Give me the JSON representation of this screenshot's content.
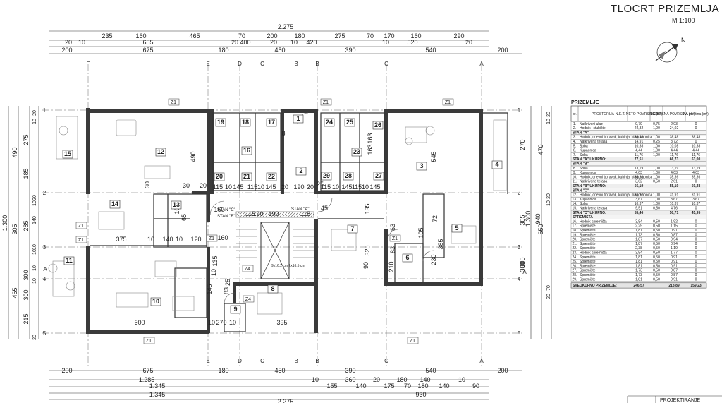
{
  "sheet": {
    "title": "TLOCRT PRIZEMLJA",
    "scale": "M 1:100",
    "north_label": "N",
    "footer_note": "PROJEKTIRANJE"
  },
  "dimensions": {
    "top_total": "2.275",
    "top_row1": [
      "235",
      "160",
      "465",
      "70",
      "200",
      "180",
      "275",
      "70",
      "170",
      "160",
      "290"
    ],
    "top_row2": [
      "20",
      "10",
      "655",
      "20",
      "400",
      "20",
      "10",
      "420",
      "10",
      "520",
      "20"
    ],
    "top_row3": [
      "200",
      "675",
      "180",
      "450",
      "390",
      "540",
      "200"
    ],
    "bottom_row1": [
      "200",
      "675",
      "180",
      "450",
      "390",
      "540",
      "200"
    ],
    "bottom_row2": [
      "1.285",
      "10",
      "360",
      "20",
      "180",
      "140",
      "10"
    ],
    "bottom_row3": [
      "1.345",
      "155",
      "140",
      "175",
      "70",
      "180",
      "140",
      "90"
    ],
    "bottom_row4": [
      "1.345",
      "930"
    ],
    "bottom_total": "2.275",
    "left_total": "1.300",
    "left_col1": [
      "490",
      "305",
      "465"
    ],
    "left_col2": [
      "275",
      "185",
      "285",
      "300",
      "300",
      "215"
    ],
    "left_col3": [
      "20",
      "10",
      "20",
      "10",
      "140",
      "10",
      "10",
      "10",
      "10",
      "20"
    ],
    "right_total": "1.300",
    "right_col1": [
      "940"
    ],
    "right_col2": [
      "470",
      "650"
    ],
    "right_col3": [
      "270",
      "305",
      "300",
      "305"
    ],
    "right_col4": [
      "20",
      "10",
      "20",
      "10",
      "70",
      "20"
    ],
    "interior": [
      "115",
      "10",
      "145",
      "115",
      "10",
      "145",
      "20",
      "190",
      "20",
      "115",
      "10",
      "145",
      "115",
      "10",
      "145",
      "190",
      "115",
      "115",
      "375",
      "10",
      "140",
      "10",
      "120",
      "600",
      "10",
      "270",
      "10",
      "395",
      "160",
      "135",
      "83",
      "105",
      "65",
      "63",
      "72",
      "83",
      "105",
      "210",
      "230",
      "385",
      "325",
      "545",
      "490",
      "135",
      "145",
      "10",
      "25",
      "20",
      "30",
      "30",
      "90",
      "45",
      "8",
      "163",
      "163",
      "190",
      "160",
      "25"
    ]
  },
  "axes": {
    "columns": [
      "F",
      "E",
      "D",
      "C",
      "B",
      "C",
      "B",
      "A"
    ],
    "rows": [
      "1",
      "2",
      "3",
      "4",
      "5"
    ],
    "section_marks": [
      "A",
      "A"
    ]
  },
  "rooms": [
    "1",
    "2",
    "3",
    "4",
    "5",
    "6",
    "7",
    "8",
    "9",
    "10",
    "11",
    "12",
    "13",
    "14",
    "15",
    "16",
    "17",
    "18",
    "19",
    "20",
    "21",
    "22",
    "23",
    "24",
    "25",
    "26",
    "27",
    "28",
    "29"
  ],
  "zone_tags": [
    "Z1",
    "Z1",
    "Z1",
    "Z1",
    "Z1",
    "Z1",
    "Z1",
    "Z1",
    "Z4",
    "Z4",
    "Z1"
  ],
  "apartment_labels": [
    "STAN \"C\"",
    "STAN \"B\"",
    "STAN \"A\""
  ],
  "stair_label": "9x16,2 cm\n?x16,5 cm",
  "table": {
    "title": "PRIZEMLJE",
    "columns": [
      "br.",
      "PROSTORIJA",
      "N.E.T. NETO POVRŠINA (m²)",
      "KOEF.",
      "KORISNA POVRŠINA (m²)",
      "AA ploština (m²)"
    ],
    "sections": [
      {
        "rows": [
          [
            "1.",
            "Natkriveni ulaz",
            "0,79",
            "0,75",
            "2,03",
            "0"
          ],
          [
            "2.",
            "Hodnik i stubište",
            "24,32",
            "1,00",
            "24,02",
            "0"
          ]
        ]
      },
      {
        "header": "STAN \"A\"",
        "rows": [
          [
            "3.",
            "Hodnik, dnevni boravak, kuhinja, blagovaonica",
            "38,48",
            "1,00",
            "38,48",
            "38,48"
          ],
          [
            "4.",
            "Natkrivena terasa",
            "14,91",
            "0,25",
            "3,72",
            "0"
          ],
          [
            "5.",
            "Soba",
            "10,38",
            "1,00",
            "10,08",
            "10,38"
          ],
          [
            "6.",
            "Kupaonica",
            "4,44",
            "1,00",
            "4,44",
            "4,44"
          ],
          [
            "7.",
            "Soba",
            "11,76",
            "1,00",
            "11,76",
            "11,76"
          ]
        ],
        "total": [
          "STAN \"A\" UKUPNO:",
          "77,51",
          "",
          "66,73",
          "63,00"
        ]
      },
      {
        "header": "STAN \"B\"",
        "rows": [
          [
            "8.",
            "Soba",
            "13,19",
            "1,00",
            "13,19",
            "13,19"
          ],
          [
            "9.",
            "Kupaonica",
            "4,03",
            "1,00",
            "4,03",
            "4,03"
          ],
          [
            "10.",
            "Hodnik, dnevni boravak, kuhinja, blagovaonica",
            "35,36",
            "1,00",
            "35,36",
            "35,36"
          ],
          [
            "11.",
            "Natkrivena terasa",
            "3,62",
            "0,50",
            "2,61",
            "0"
          ]
        ],
        "total": [
          "STAN \"B\" UKUPNO:",
          "56,19",
          "",
          "55,19",
          "50,38"
        ]
      },
      {
        "header": "STAN \"C\"",
        "rows": [
          [
            "12.",
            "Hodnik, dnevni boravak, kuhinja, blagovaonica",
            "31,91",
            "1,00",
            "31,91",
            "31,91"
          ],
          [
            "13.",
            "Kupaonica",
            "3,67",
            "1,00",
            "3,67",
            "3,67"
          ],
          [
            "14.",
            "Soba",
            "10,37",
            "1,00",
            "10,37",
            "10,37"
          ],
          [
            "15.",
            "Natkrivena terasa",
            "9,51",
            "0,50",
            "4,76",
            "0"
          ]
        ],
        "total": [
          "STAN \"C\" UKUPNO:",
          "55,46",
          "",
          "50,71",
          "45,95"
        ]
      },
      {
        "header": "SPREMIŠTA",
        "rows": [
          [
            "16.",
            "Hodnik spremišta",
            "3,84",
            "0,50",
            "1,92",
            "0"
          ],
          [
            "17.",
            "Spremište",
            "2,29",
            "0,50",
            "1,15",
            "0"
          ],
          [
            "18.",
            "Spremište",
            "1,81",
            "0,50",
            "0,91",
            "0"
          ],
          [
            "19.",
            "Spremište",
            "1,73",
            "0,50",
            "0,87",
            "0"
          ],
          [
            "20.",
            "Spremište",
            "1,87",
            "0,50",
            "0,94",
            "0"
          ],
          [
            "21.",
            "Spremište",
            "1,87",
            "0,50",
            "0,94",
            "0"
          ],
          [
            "22.",
            "Spremište",
            "2,38",
            "0,50",
            "1,19",
            "0"
          ],
          [
            "23.",
            "Hodnik spremišta",
            "3,54",
            "0,50",
            "1,77",
            "0"
          ],
          [
            "24.",
            "Spremište",
            "1,81",
            "0,50",
            "0,91",
            "0"
          ],
          [
            "25.",
            "Spremište",
            "1,81",
            "0,50",
            "0,91",
            "0"
          ],
          [
            "26.",
            "Spremište",
            "1,81",
            "0,50",
            "0,91",
            "0"
          ],
          [
            "27.",
            "Spremište",
            "1,73",
            "0,50",
            "0,87",
            "0"
          ],
          [
            "28.",
            "Spremište",
            "1,73",
            "0,50",
            "0,87",
            "0"
          ],
          [
            "29.",
            "Spremište",
            "1,81",
            "0,50",
            "0,91",
            "0"
          ]
        ]
      }
    ],
    "grand_total": [
      "SVEUKUPNO PRIZEMLJE:",
      "246,57",
      "",
      "213,89",
      "159,23"
    ]
  }
}
